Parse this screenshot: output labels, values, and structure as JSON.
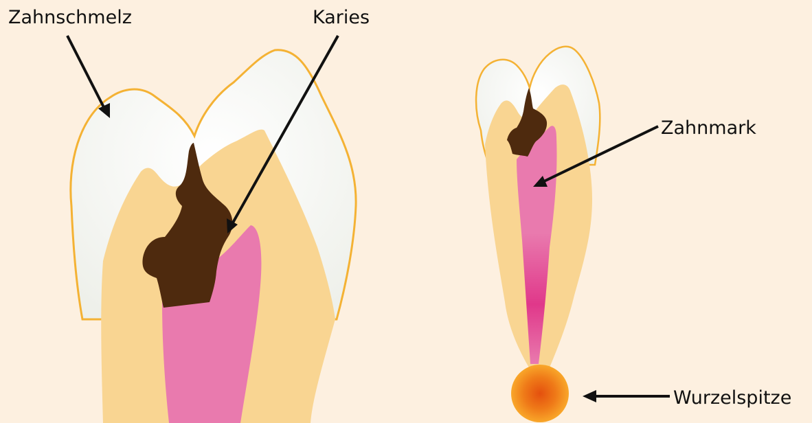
{
  "labels": {
    "enamel": "Zahnschmelz",
    "caries": "Karies",
    "pulp": "Zahnmark",
    "root_tip": "Wurzelspitze"
  },
  "colors": {
    "background": "#fdf0e0",
    "dentin": "#f9d592",
    "enamel_fill": "#ffffff",
    "enamel_outline": "#f4b234",
    "caries": "#4e2a0e",
    "pulp": "#e97aae",
    "pulp_deep": "#e0388a",
    "inflammation_outer": "#f9a72a",
    "inflammation_inner": "#e4500e",
    "arrow": "#111111"
  }
}
